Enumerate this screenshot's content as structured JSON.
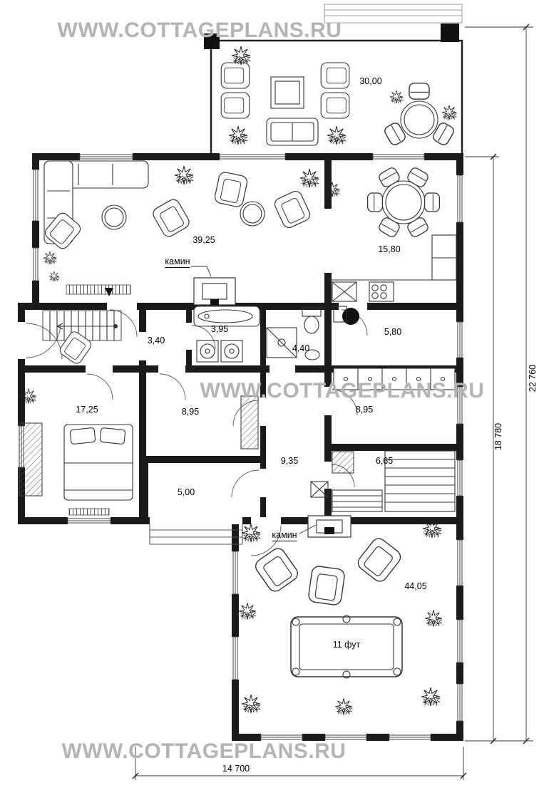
{
  "watermarks": {
    "top": "WWW.COTTAGEPLANS.RU",
    "middle": "WWW.COTTAGEPLANS.RU",
    "bottom": "WWW.COTTAGEPLANS.RU"
  },
  "rooms": {
    "terrace": {
      "area": "30,00"
    },
    "living": {
      "area": "39,25"
    },
    "dining": {
      "area": "15,80"
    },
    "hall": {
      "area": "3,40"
    },
    "bathroom": {
      "area": "3,95"
    },
    "shower": {
      "area": "4,40"
    },
    "pantry": {
      "area": "5,80"
    },
    "bedroom": {
      "area": "17,25"
    },
    "room_center": {
      "area": "8,95"
    },
    "room_right": {
      "area": "8,95"
    },
    "corridor": {
      "area": "9,35"
    },
    "sauna": {
      "area": "6,65"
    },
    "porch": {
      "area": "5,00"
    },
    "billiard": {
      "area": "44,05"
    }
  },
  "labels": {
    "fireplace_top": "камин",
    "fireplace_bottom": "камин",
    "billiard_table": "11 фут"
  },
  "dimensions": {
    "overall_height": "22 760",
    "inner_height": "18 780",
    "overall_width": "14 700"
  },
  "colors": {
    "walls": "#1b1b1b",
    "watermark": "#b4b4b4"
  }
}
